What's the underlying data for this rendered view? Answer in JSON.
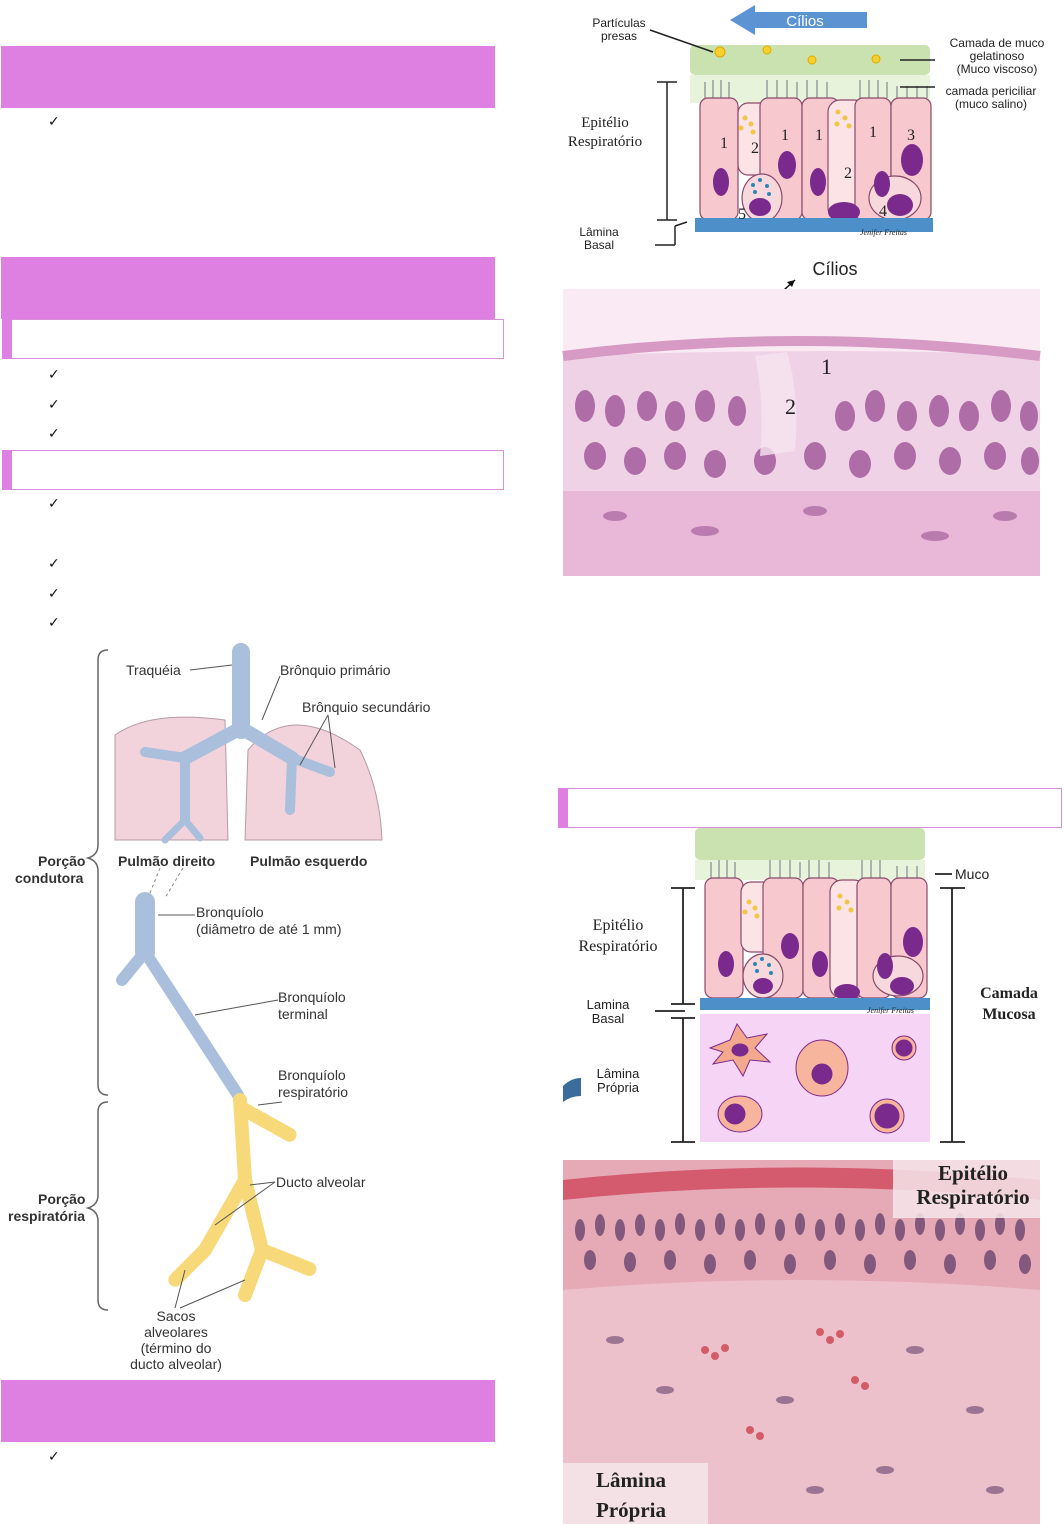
{
  "colors": {
    "banner": "#de7fe2",
    "airway": "#a9bfdc",
    "alveolar": "#f8d97a",
    "lung": "#f2d3dc",
    "mucus": "#c9e2b0",
    "cell": "#f7c9cf",
    "nucleus": "#7a2a8c"
  },
  "bullets": {
    "check": "✓"
  },
  "epithelium_diagram": {
    "cilia_arrow": "Cílios",
    "trapped_particles": [
      "Partículas",
      "presas"
    ],
    "gel_layer": [
      "Camada de muco",
      "gelatinoso",
      "(Muco  viscoso)"
    ],
    "periciliary_layer": [
      "camada periciliar",
      "(muco salino)"
    ],
    "epithelium": [
      "Epitélio",
      "Respiratório"
    ],
    "basal_lamina": [
      "Lâmina",
      "Basal"
    ],
    "cell_numbers": [
      "1",
      "2",
      "1",
      "1",
      "1",
      "3",
      "2",
      "5",
      "4"
    ],
    "signature": "Jenifer Freitas"
  },
  "micrograph_1": {
    "cilia_label": "Cílios",
    "labels": [
      "1",
      "2"
    ]
  },
  "tree_diagram": {
    "trachea": "Traquéia",
    "primary_bronchus": "Brônquio primário",
    "secondary_bronchus": "Brônquio secundário",
    "right_lung": "Pulmão direito",
    "left_lung": "Pulmão esquerdo",
    "conducting": [
      "Porção",
      "condutora"
    ],
    "bronchiole": [
      "Bronquíolo",
      "(diâmetro de até 1 mm)"
    ],
    "terminal_bronchiole": [
      "Bronquíolo",
      "terminal"
    ],
    "respiratory_bronchiole": [
      "Bronquíolo",
      "respiratório"
    ],
    "alveolar_duct": "Ducto alveolar",
    "respiratory": [
      "Porção",
      "respiratória"
    ],
    "alveolar_sacs": [
      "Sacos",
      "alveolares",
      "(término do",
      "ducto alveolar)"
    ]
  },
  "mucosa_diagram": {
    "mucus": "Muco",
    "epithelium": [
      "Epitélio",
      "Respiratório"
    ],
    "basal_lamina": [
      "Lamina",
      "Basal"
    ],
    "lamina_propria": [
      "Lâmina",
      "Própria"
    ],
    "mucosa_layer": [
      "Camada",
      "Mucosa"
    ],
    "signature": "Jenifer Freitas"
  },
  "micrograph_2": {
    "epithelium": [
      "Epitélio",
      "Respiratório"
    ],
    "lamina_propria": [
      "Lâmina",
      "Própria"
    ]
  }
}
